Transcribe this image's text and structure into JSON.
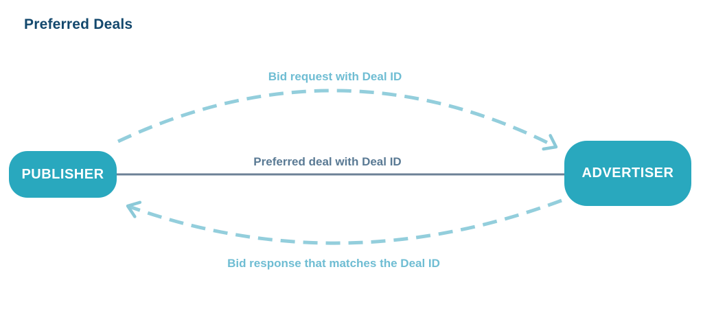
{
  "title": "Preferred Deals",
  "nodes": {
    "publisher": {
      "label": "PUBLISHER"
    },
    "advertiser": {
      "label": "ADVERTISER"
    }
  },
  "edges": {
    "bid_request": {
      "label": "Bid request with Deal ID",
      "style": "dashed-curve",
      "direction": "publisher-to-advertiser"
    },
    "preferred_deal": {
      "label": "Preferred deal with Deal ID",
      "style": "solid-line",
      "direction": "publisher-advertiser"
    },
    "bid_response": {
      "label": "Bid response that matches the Deal ID",
      "style": "dashed-curve",
      "direction": "advertiser-to-publisher"
    }
  },
  "colors": {
    "background": "#FFFFFF",
    "title_text": "#13486D",
    "node_fill": "#29A8BE",
    "node_text": "#FFFFFF",
    "dashed_arrow": "#93CEDC",
    "dashed_label": "#6FBDD3",
    "solid_line": "#6C8096",
    "solid_label": "#5A7A94"
  }
}
